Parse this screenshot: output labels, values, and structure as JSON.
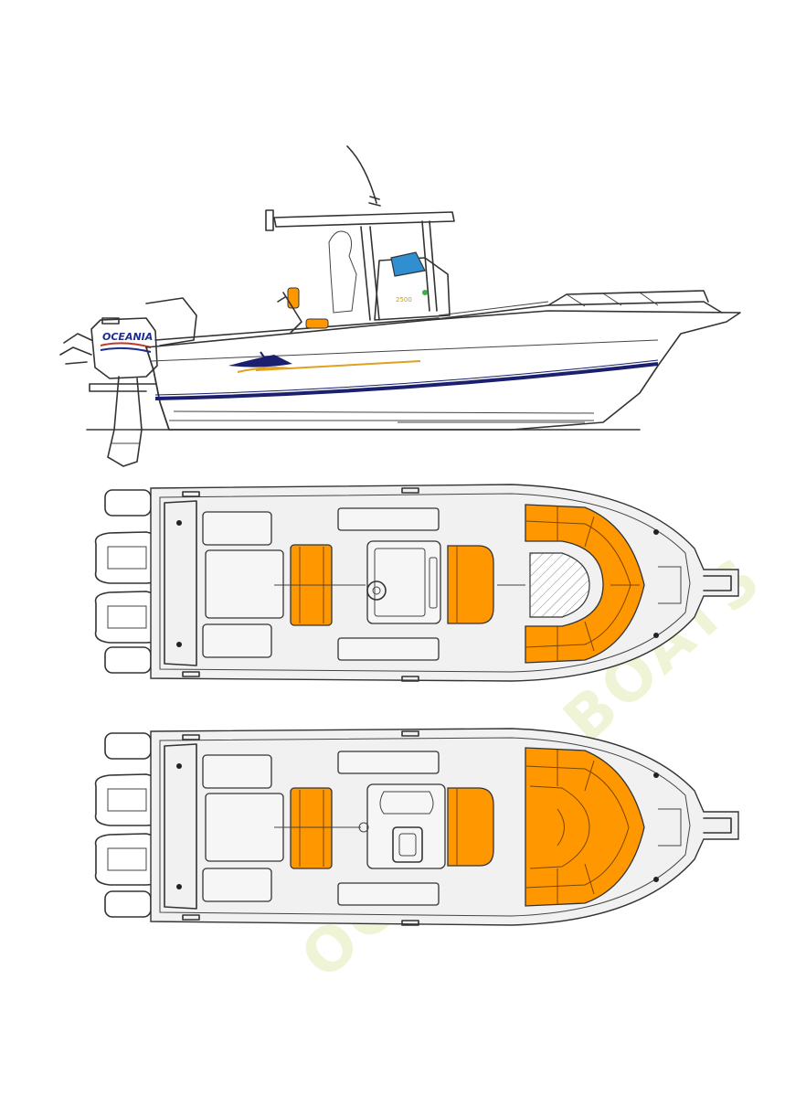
{
  "engine_cowling_text": "OCEANIA",
  "console_model_text": "2500",
  "watermark_text": "OCEANIA BOATS",
  "colors": {
    "cushion": "#ff9800",
    "stripe_navy": "#1a1f6e",
    "stripe_gold": "#e0a020",
    "windshield_blue": "#2f8fd0",
    "watermark": "#dfe7a6"
  },
  "views": [
    "side-profile",
    "top-plan-seating-a",
    "top-plan-seating-b"
  ]
}
